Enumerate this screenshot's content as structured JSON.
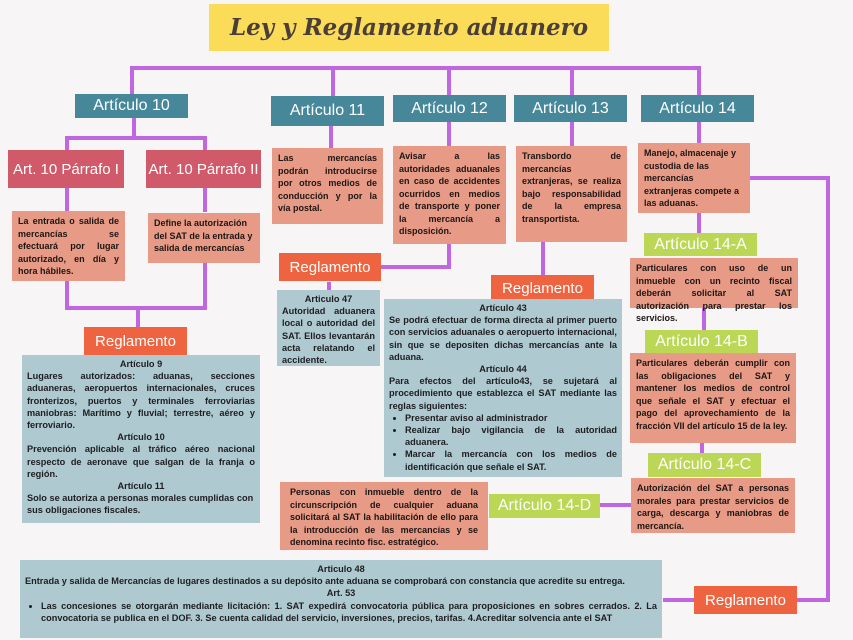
{
  "title": "Ley y Reglamento aduanero",
  "colors": {
    "background": "#f7f5f6",
    "title_bg": "#fbdc58",
    "articulo_bg": "#46889a",
    "parrafo_bg": "#d05a6a",
    "reglamento_bg": "#ee6340",
    "sub_articulo_bg": "#bcd655",
    "text_box_bg": "#e79a86",
    "reglamento_box_bg": "#aec9cf",
    "connector": "#c066e0"
  },
  "articulos": {
    "a10": "Artículo 10",
    "a11": "Artículo 11",
    "a12": "Artículo 12",
    "a13": "Artículo 13",
    "a14": "Artículo 14"
  },
  "art10": {
    "parrafo1_label": "Art. 10 Párrafo I",
    "parrafo1_text": "La entrada o salida de mercancías se efectuará por lugar autorizado, en día y hora hábiles.",
    "parrafo2_label": "Art. 10 Párrafo II",
    "parrafo2_text": "Define la autorización del SAT de la entrada y salida de mercancías",
    "reglamento_label": "Reglamento",
    "reglamento": {
      "art9_title": "Artículo 9",
      "art9_text": "Lugares autorizados: aduanas, secciones aduaneras, aeropuertos internacionales, cruces fronterizos, puertos y terminales ferroviarias maniobras:  Marítimo y fluvial; terrestre, aéreo y ferroviario.",
      "art10_title": "Artículo 10",
      "art10_text": "Prevención aplicable al tráfico aéreo nacional respecto de aeronave que salgan de la franja o región.",
      "art11_title": "Artículo 11",
      "art11_text": "Solo se autoriza a personas morales cumplidas con sus obligaciones fiscales."
    }
  },
  "art11": {
    "text": "Las mercancías podrán introducirse por otros medios de conducción y por la vía postal."
  },
  "art12": {
    "text": "Avisar a las autoridades aduanales en caso de accidentes ocurridos en medios de transporte y poner la mercancía a disposición.",
    "reglamento_label": "Reglamento",
    "reglamento": {
      "art47_title": "Articulo 47",
      "art47_text": "Autoridad aduanera local o autoridad del SAT. Ellos levantarán acta relatando el accidente."
    }
  },
  "art13": {
    "text": "Transbordo de mercancías extranjeras, se realiza bajo responsabilidad de la empresa transportista.",
    "reglamento_label": "Reglamento",
    "reglamento": {
      "art43_title": "Artículo 43",
      "art43_text": "Se podrá efectuar de forma directa al primer puerto con servicios aduanales o aeropuerto internacional, sin que se depositen dichas mercancías ante la aduana.",
      "art44_title": "Artículo 44",
      "art44_text": "Para efectos del artículo43, se sujetará al procedimiento que establezca el SAT mediante las reglas siguientes:",
      "art44_items": [
        "Presentar aviso al administrador",
        "Realizar bajo vigilancia de la autoridad aduanera.",
        "Marcar la mercancía con los medios de identificación que señale el SAT."
      ]
    }
  },
  "art14": {
    "text": "Manejo, almacenaje y custodia de las mercancías extranjeras compete a las aduanas.",
    "a14a_label": "Artículo 14-A",
    "a14a_text": "Particulares con uso de un inmueble con un recinto fiscal deberán solicitar al SAT autorización para prestar los servicios.",
    "a14b_label": "Artículo 14-B",
    "a14b_text": "Particulares deberán cumplir con las obligaciones del SAT y mantener los medios de control que señale el SAT y efectuar el pago del aprovechamiento de la fracción VII del artículo 15 de la ley.",
    "a14c_label": "Artículo 14-C",
    "a14c_text": "Autorización del SAT a personas morales para prestar servicios de carga, descarga y maniobras de mercancía.",
    "a14d_label": "Artículo 14-D",
    "a14d_text": "Personas con inmueble dentro de la circunscripción de cualquier aduana solicitará al SAT  la habilitación de ello para la introducción de las mercancías y se denomina recinto fisc. estratégico.",
    "reglamento_label": "Reglamento",
    "reglamento": {
      "art48_title": "Articulo 48",
      "art48_text": "Entrada y salida de Mercancías de lugares destinados a su depósito ante aduana se comprobará con constancia que acredite su entrega.",
      "art53_title": "Art. 53",
      "art53_items": [
        "Las concesiones se otorgarán mediante licitación: 1. SAT expedirá convocatoria pública para proposiciones en sobres cerrados. 2. La convocatoria se publica en el DOF.  3. Se cuenta calidad del servicio, inversiones, precios, tarifas. 4.Acreditar solvencia ante el SAT"
      ]
    }
  }
}
